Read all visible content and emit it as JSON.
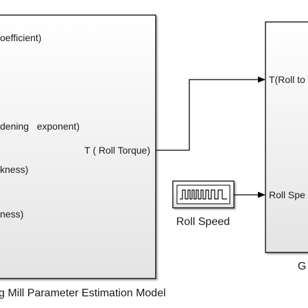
{
  "main_block": {
    "ports_in": [
      {
        "label": "oefficient)"
      },
      {
        "label": "dening   exponent)"
      },
      {
        "label": "kness)"
      },
      {
        "label": "ness)"
      }
    ],
    "port_out": {
      "label": "T ( Roll Torque)"
    },
    "caption": "g Mill Parameter Estimation Model"
  },
  "source_block": {
    "caption": "Roll Speed"
  },
  "right_block": {
    "ports_in": [
      {
        "label": "T(Roll to"
      },
      {
        "label": "Roll Spe"
      }
    ],
    "caption": "G"
  },
  "colors": {
    "block_fill_top": "#ffffff",
    "block_fill_bottom": "#e6e6e6",
    "block_stroke": "#000000",
    "signal_line": "#000000",
    "text": "#1a1a1a"
  }
}
